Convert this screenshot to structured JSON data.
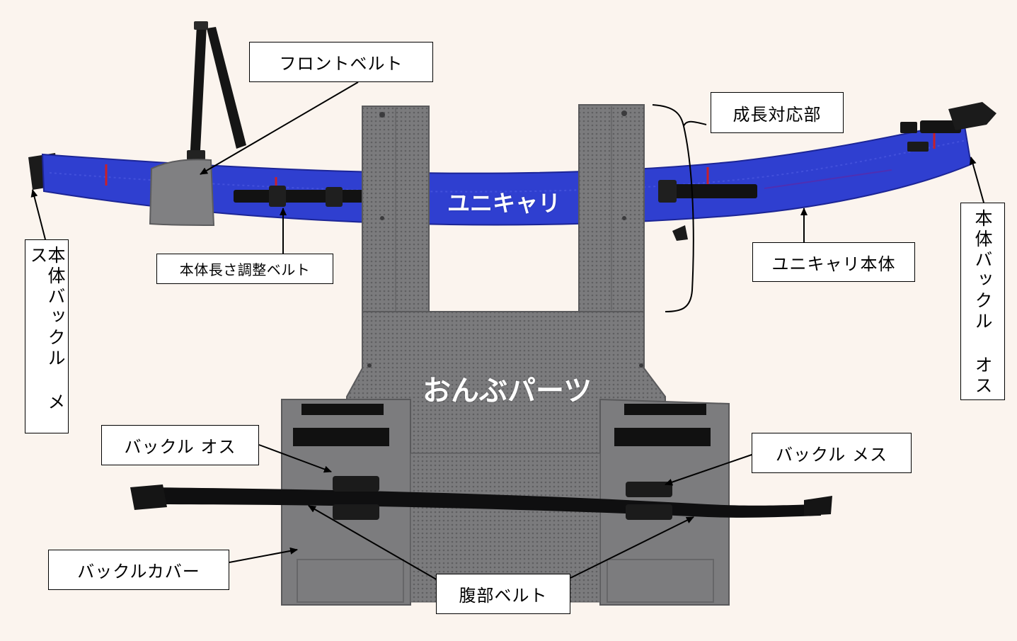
{
  "colors": {
    "background": "#fbf4ee",
    "belt_blue": "#2f3fd0",
    "panel_gray": "#7a7a7c",
    "strap_black": "#141414",
    "stitch_red": "#c8202a",
    "label_bg": "#ffffff",
    "label_border": "#000000"
  },
  "overlays": {
    "belt_name": "ユニキャリ",
    "back_parts": "おんぶパーツ"
  },
  "labels": {
    "front_belt": "フロントベルト",
    "growth_section": "成長対応部",
    "body_length_belt": "本体長さ調整ベルト",
    "unicarry_body": "ユニキャリ本体",
    "buckle_male": "バックル オス",
    "buckle_female": "バックル メス",
    "buckle_cover": "バックルカバー",
    "abdominal_belt": "腹部ベルト",
    "body_buckle_female": "本体バックル メス",
    "body_buckle_male": "本体バックル オス"
  }
}
